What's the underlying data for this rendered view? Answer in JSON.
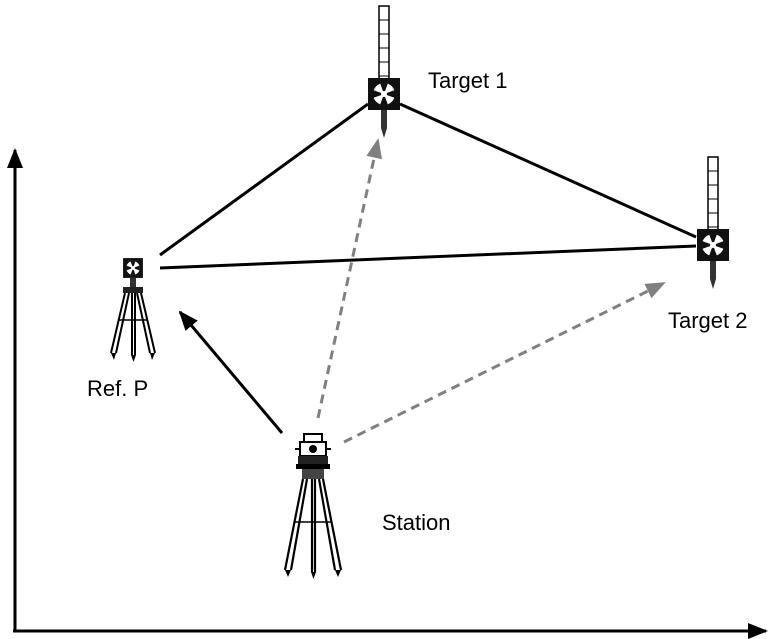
{
  "labels": {
    "target1": "Target 1",
    "target2": "Target 2",
    "ref_point": "Ref. P",
    "station": "Station"
  },
  "colors": {
    "solid_line": "#000000",
    "dashed_line": "#808080",
    "background": "#ffffff"
  },
  "icons": {
    "station": "total-station-tripod-icon",
    "ref_point": "prism-tripod-icon",
    "target1": "prism-pole-icon",
    "target2": "prism-pole-icon"
  }
}
